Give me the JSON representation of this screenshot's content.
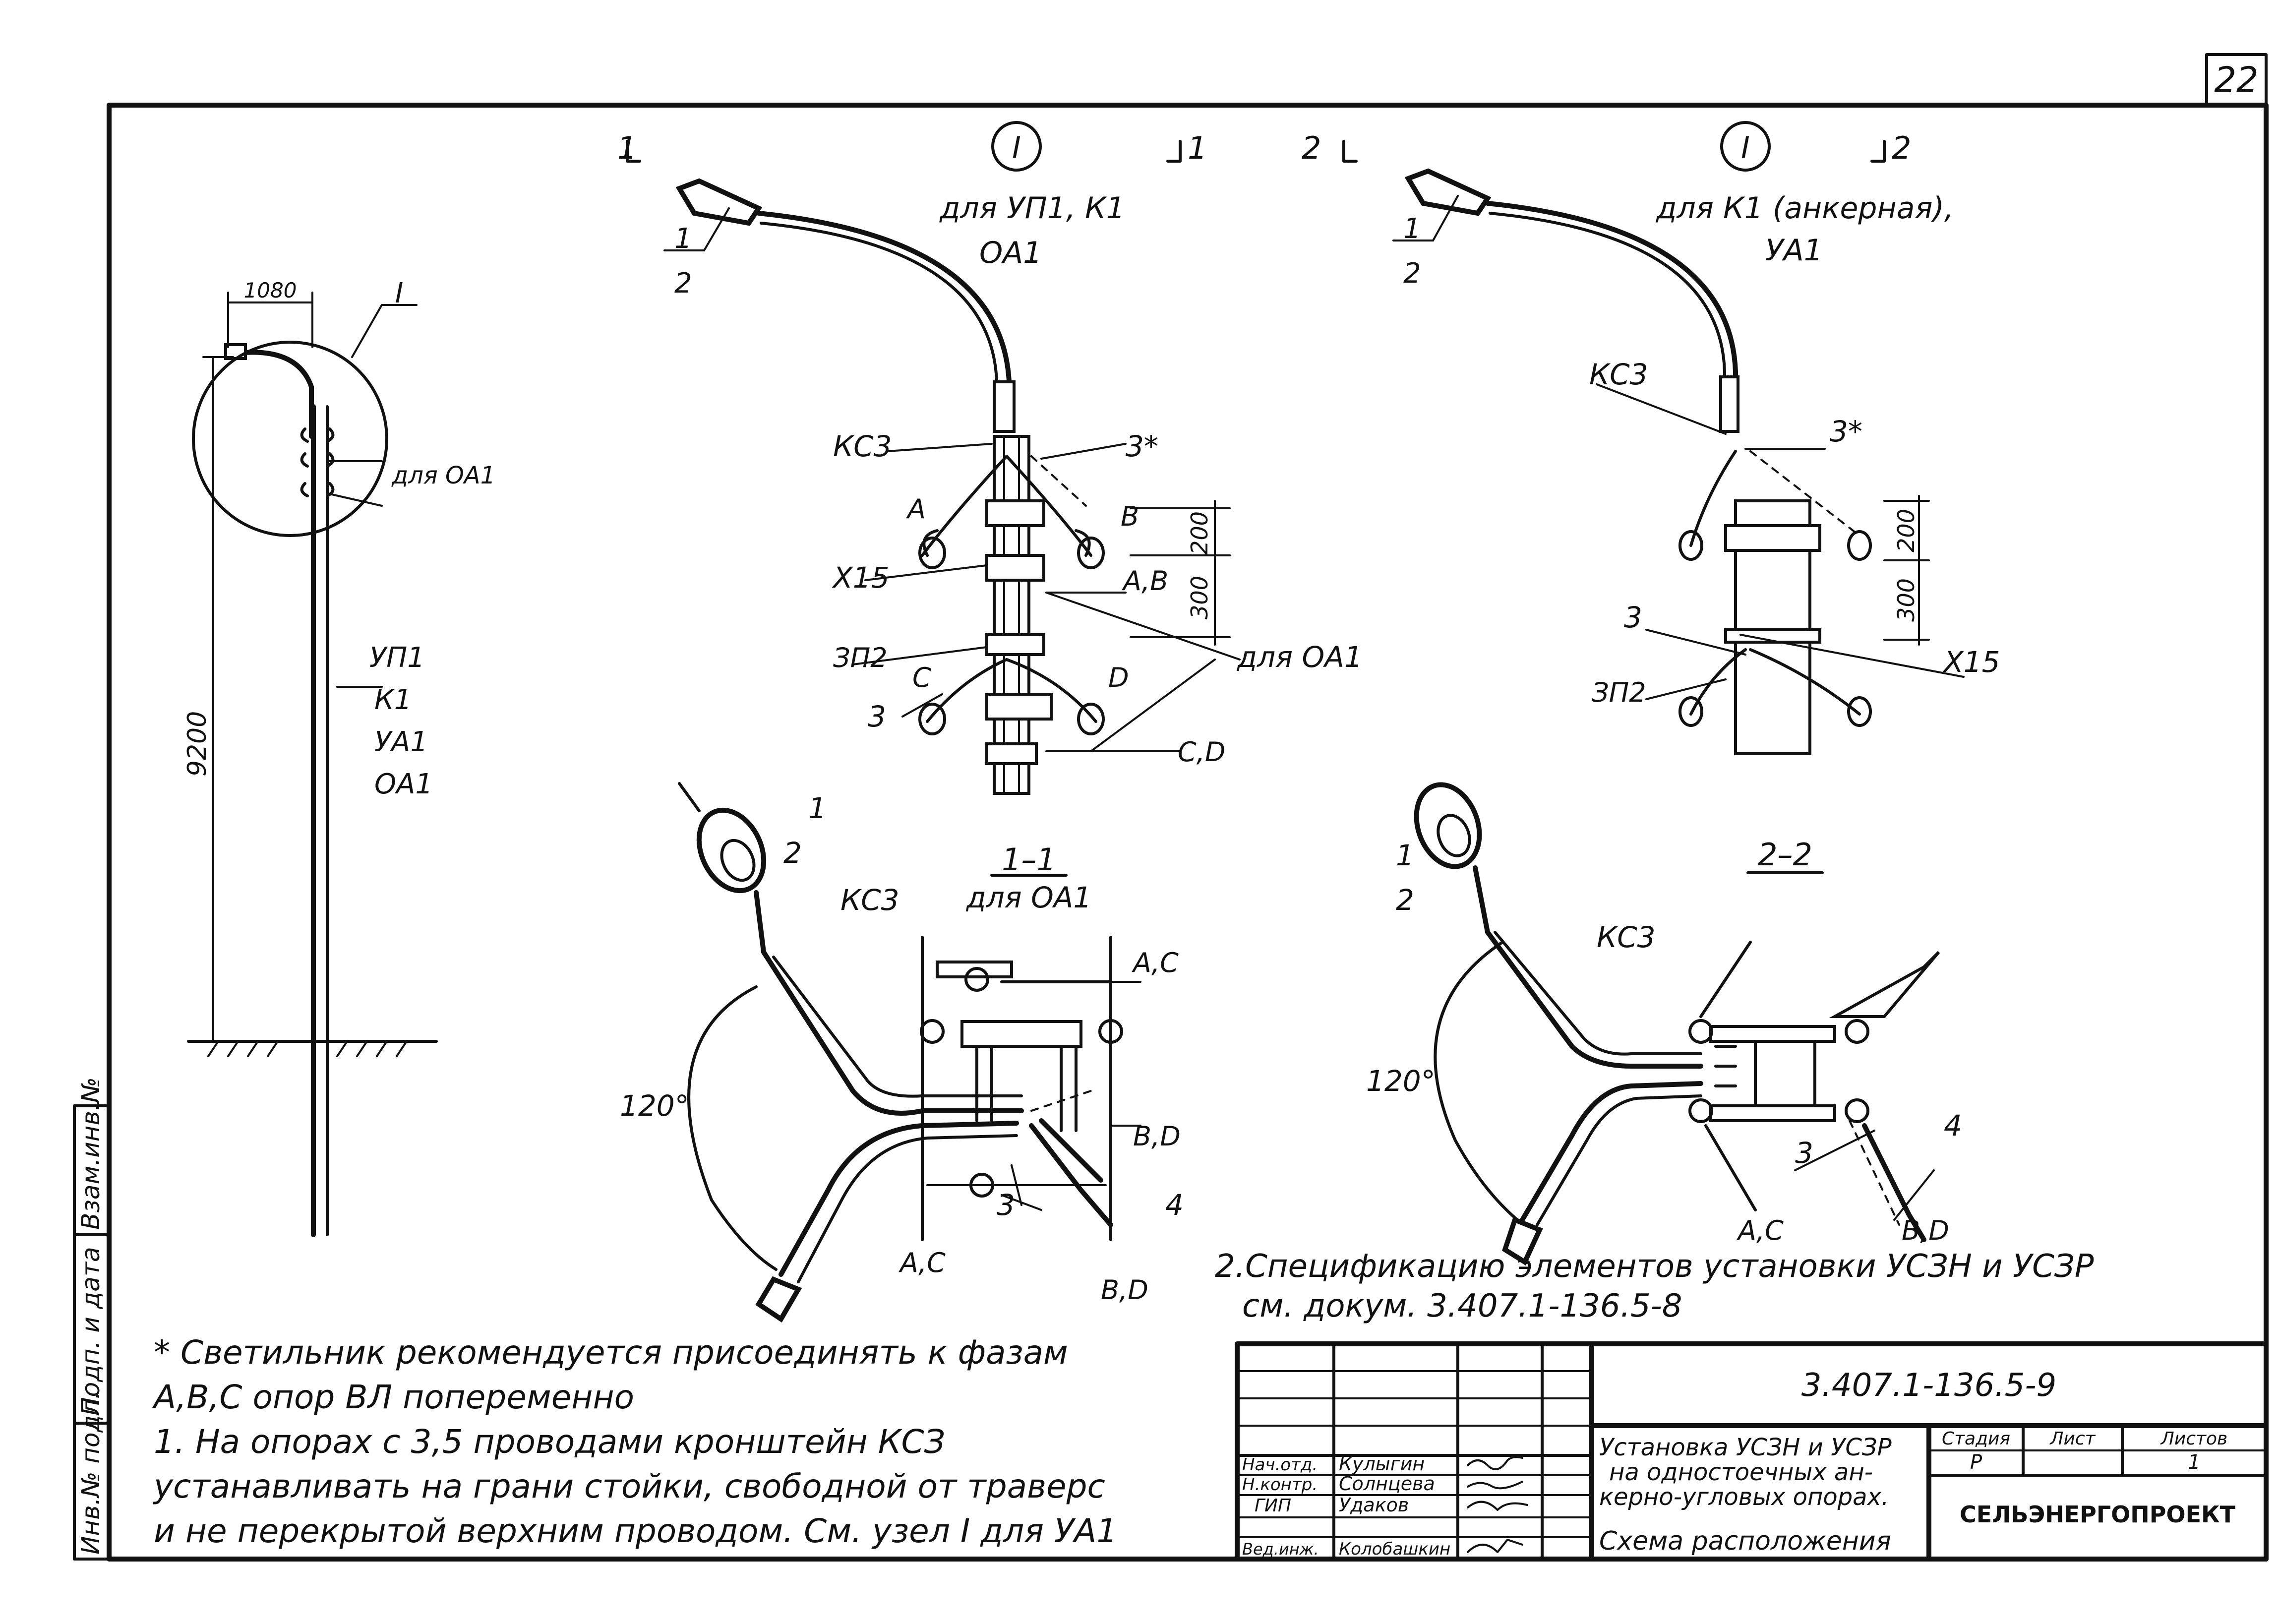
{
  "sheet_number": "22",
  "side_stamp": [
    "Инв.№ подл.",
    "Подп. и дата",
    "Взам.инв.№"
  ],
  "overview": {
    "dim_top": "1080",
    "node_ref": "I",
    "dim_height": "9200",
    "note_oa1": "для ОА1",
    "labels": [
      "УП1",
      "К1",
      "УА1",
      "ОА1"
    ]
  },
  "view1": {
    "node": "I",
    "sec_left": "1",
    "sec_right": "1",
    "title1": "для УП1, К1",
    "title2": "ОА1",
    "lamp_num1": "1",
    "lamp_num2": "2",
    "ks3": "КС3",
    "x15": "Х15",
    "zp2": "ЗП2",
    "item3": "3",
    "item3s": "3*",
    "phase_a": "А",
    "phase_b": "В",
    "phase_c": "С",
    "phase_d": "D",
    "ab": "А,В",
    "cd": "С,D",
    "dim200": "200",
    "dim300": "300",
    "oa1": "для ОА1"
  },
  "view2": {
    "node": "I",
    "sec_left": "2",
    "sec_right": "2",
    "title1": "для К1 (анкерная),",
    "title2": "УА1",
    "lamp_num1": "1",
    "lamp_num2": "2",
    "ks3": "КС3",
    "item3s": "3*",
    "dim200": "200",
    "dim300": "300",
    "item3": "3",
    "x15": "Х15",
    "zp2": "ЗП2"
  },
  "section1": {
    "title": "1–1",
    "subtitle": "для ОА1",
    "n1": "1",
    "n2": "2",
    "ks3": "КС3",
    "angle": "120°",
    "ac_top": "А,С",
    "bd_mid": "В,D",
    "n3": "3",
    "n4": "4",
    "ac_bot": "А,С",
    "bd_bot": "В,D"
  },
  "section2": {
    "title": "2–2",
    "n1": "1",
    "n2": "2",
    "ks3": "КС3",
    "angle": "120°",
    "n3": "3",
    "n4": "4",
    "ac": "А,С",
    "bd": "В,D"
  },
  "note2": {
    "line1": "2.Спецификацию элементов установки УСЗН и УСЗР",
    "line2": "см. докум. 3.407.1-136.5-8"
  },
  "notes": {
    "line1": "* Светильник рекомендуется присоединять к фазам",
    "line2": "А,В,С опор ВЛ попеременно",
    "line3": "1. На опорах с 3,5 проводами кронштейн КСЗ",
    "line4": "устанавливать на грани стойки, свободной от траверс",
    "line5": "и не перекрытой верхним проводом. См. узел I для УА1"
  },
  "title_block": {
    "doc_code": "3.407.1-136.5-9",
    "people": [
      {
        "role": "Нач.отд.",
        "name": "Кулыгин"
      },
      {
        "role": "Н.контр.",
        "name": "Солнцева"
      },
      {
        "role": "ГИП",
        "name": "Удаков"
      },
      {
        "role": "Вед.инж.",
        "name": "Колобашкин"
      }
    ],
    "title_line1": "Установка УСЗН и УСЗР",
    "title_line2": "на одностоечных ан-",
    "title_line3": "керно-угловых опорах.",
    "title_line4": "Схема расположения",
    "stage_header": "Стадия",
    "sheet_header": "Лист",
    "sheets_header": "Листов",
    "stage": "Р",
    "sheet": "1",
    "sheets": "",
    "org": "СЕЛЬЭНЕРГОПРОЕКТ"
  }
}
